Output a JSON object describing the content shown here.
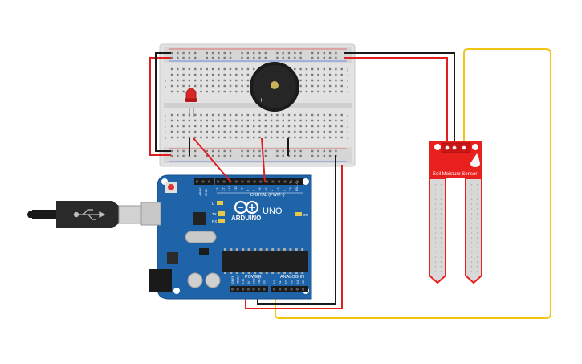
{
  "arduino": {
    "brand": "ARDUINO",
    "model": "UNO",
    "digital_label": "DIGITAL (PWM~)",
    "power_label": "POWER",
    "analog_label": "ANALOG IN",
    "on_label": "ON",
    "tx_label": "TX",
    "rx_label": "RX",
    "l_label": "L",
    "aref_label": "AREF",
    "gnd_label": "GND",
    "digital_pins": [
      "13",
      "12",
      "~11",
      "~10",
      "~9",
      "8",
      "7",
      "~6",
      "~5",
      "4",
      "~3",
      "2",
      "TX→1",
      "RX←0"
    ],
    "power_pins": [
      "IOREF",
      "RESET",
      "3.3V",
      "5V",
      "GND",
      "GND",
      "Vin"
    ],
    "analog_pins": [
      "A0",
      "A1",
      "A2",
      "A3",
      "A4",
      "A5"
    ]
  },
  "breadboard": {
    "row_labels_left": [
      "j",
      "i",
      "h",
      "g",
      "f",
      "e",
      "d",
      "c",
      "b",
      "a"
    ]
  },
  "buzzer": {
    "plus_label": "+",
    "minus_label": "−"
  },
  "sensor": {
    "title": "Soil Moisture Sensor"
  },
  "colors": {
    "wire_red": "#e02020",
    "wire_black": "#1a1a1a",
    "wire_yellow": "#f2c413",
    "board_blue": "#1f63a8",
    "sensor_red": "#e8201e",
    "breadboard": "#e4e4e4"
  }
}
